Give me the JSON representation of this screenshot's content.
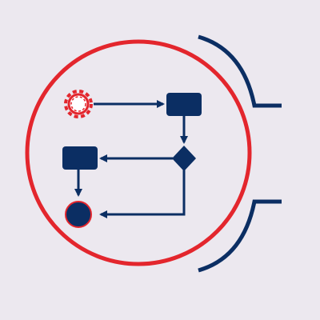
{
  "colors": {
    "background": "#ece8ef",
    "accent_red": "#e3262d",
    "navy": "#0b2e63"
  },
  "diagram": {
    "nodes": [
      {
        "id": "start",
        "shape": "gear",
        "icon": "gear-start-icon"
      },
      {
        "id": "process-1",
        "shape": "rounded-rect"
      },
      {
        "id": "decision",
        "shape": "diamond"
      },
      {
        "id": "process-2",
        "shape": "rounded-rect"
      },
      {
        "id": "end",
        "shape": "circle"
      }
    ],
    "edges": [
      {
        "from": "start",
        "to": "process-1"
      },
      {
        "from": "process-1",
        "to": "decision"
      },
      {
        "from": "decision",
        "to": "process-2"
      },
      {
        "from": "decision",
        "to": "end"
      },
      {
        "from": "process-2",
        "to": "end"
      }
    ]
  }
}
